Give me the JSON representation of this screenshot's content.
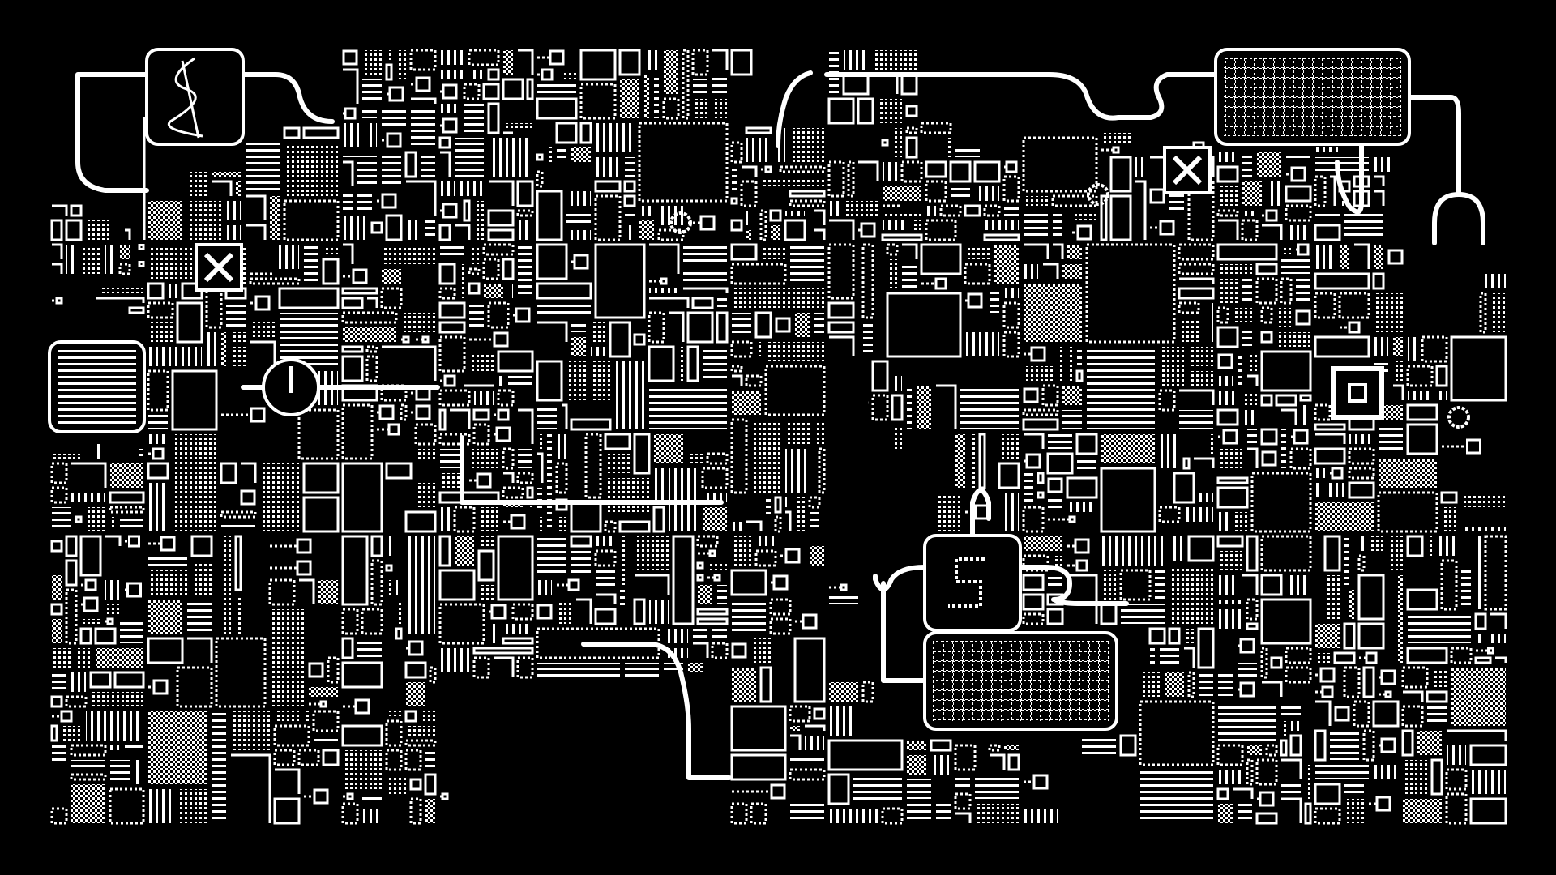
{
  "colors": {
    "background": "#000000",
    "foreground": "#ffffff"
  },
  "style": "monochrome pixel circuit-board artwork",
  "panels": [
    {
      "kind": "glyph-panel",
      "icon": "scribble-glyph-icon"
    },
    {
      "kind": "grid-panel"
    },
    {
      "kind": "grid-panel"
    },
    {
      "kind": "grid-panel"
    },
    {
      "kind": "glyph-panel",
      "icon": "s-glyph-icon"
    }
  ],
  "icons": [
    "fan-x-icon",
    "dial-icon",
    "gear-icon",
    "target-square-icon"
  ]
}
